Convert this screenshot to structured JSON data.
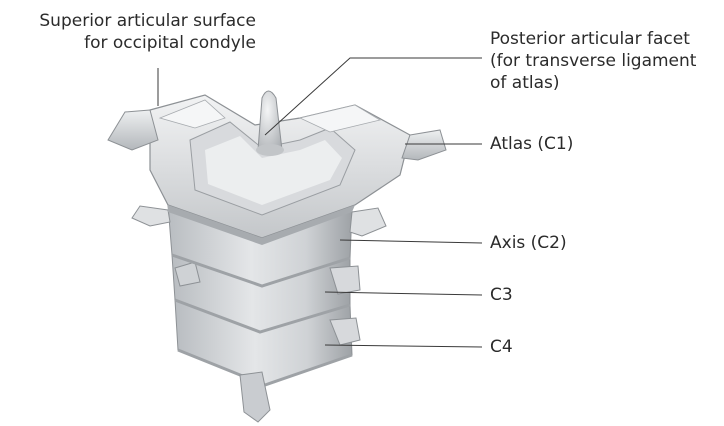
{
  "labels": {
    "superior_line1": "Superior articular surface",
    "superior_line2": "for occipital condyle",
    "posterior_line1": "Posterior articular facet",
    "posterior_line2": "(for transverse ligament",
    "posterior_line3": "of atlas)",
    "atlas": "Atlas (C1)",
    "axis": "Axis (C2)",
    "c3": "C3",
    "c4": "C4"
  },
  "colors": {
    "bone_light": "#e9ebed",
    "bone_mid": "#c7cacd",
    "bone_dark": "#8d9195",
    "leader_line": "#3a3a3a"
  }
}
